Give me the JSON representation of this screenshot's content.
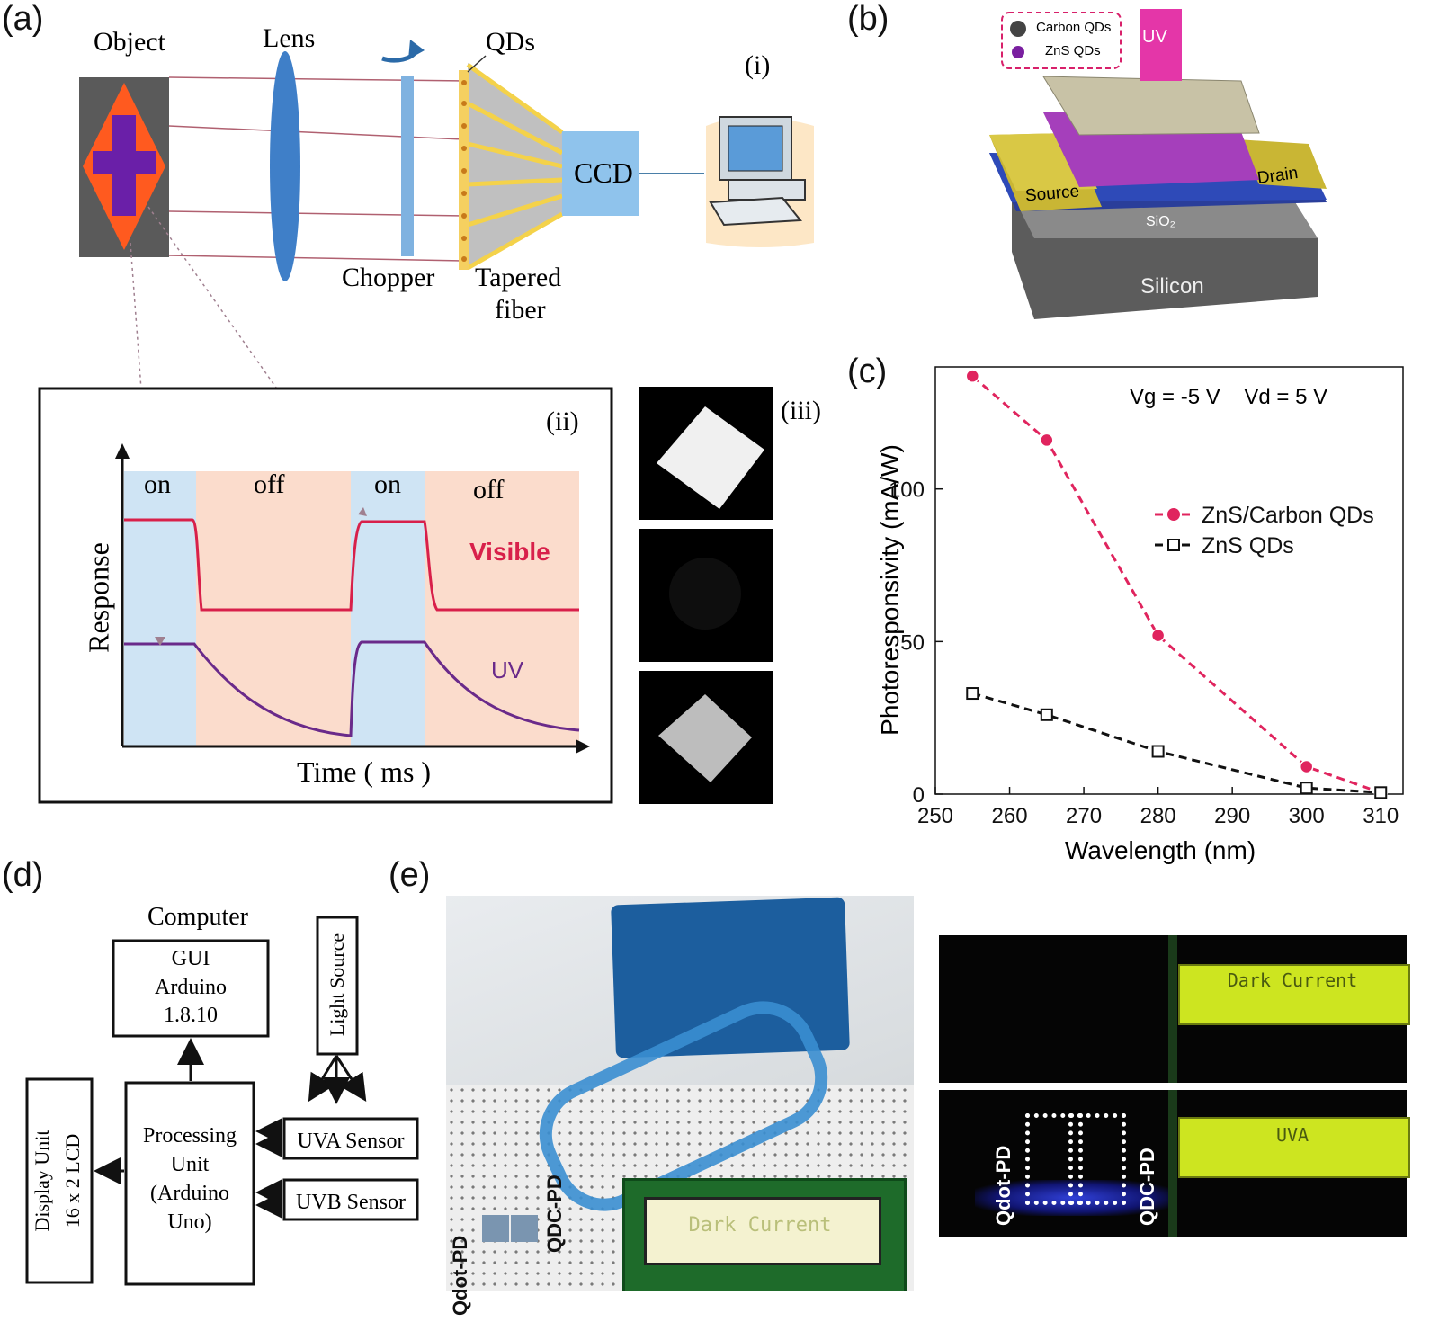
{
  "panel_labels": {
    "a": "(a)",
    "b": "(b)",
    "c": "(c)",
    "d": "(d)",
    "e": "(e)"
  },
  "panel_a": {
    "object": "Object",
    "lens": "Lens",
    "chopper": "Chopper",
    "qds": "QDs",
    "tapered1": "Tapered",
    "tapered2": "fiber",
    "ccd": "CCD",
    "i": "(i)",
    "ii": "(ii)",
    "iii": "(iii)",
    "on1": "on",
    "off1": "off",
    "on2": "on",
    "off2": "off",
    "visible": "Visible",
    "uv": "UV",
    "ylabel": "Response",
    "xlabel": "Time ( ms )"
  },
  "panel_b": {
    "carbon": "Carbon QDs",
    "zns": "ZnS QDs",
    "uv": "UV",
    "source": "Source",
    "drain": "Drain",
    "sio2": "SiO₂",
    "silicon": "Silicon"
  },
  "chart_data": {
    "type": "line",
    "annotation": "Vg = -5 V    Vd = 5 V",
    "xlabel": "Wavelength (nm)",
    "ylabel": "Photoresponsivity (mA/W)",
    "xlim": [
      250,
      313
    ],
    "ylim": [
      0,
      140
    ],
    "xticks": [
      250,
      260,
      270,
      280,
      290,
      300,
      310
    ],
    "yticks": [
      0,
      50,
      100
    ],
    "legend_position": "right",
    "series": [
      {
        "name": "ZnS/Carbon QDs",
        "color": "#e0245e",
        "marker": "circle-filled",
        "x": [
          255,
          265,
          280,
          300,
          310
        ],
        "y": [
          137,
          116,
          52,
          9,
          0.5
        ]
      },
      {
        "name": "ZnS QDs",
        "color": "#111111",
        "marker": "square-open",
        "x": [
          255,
          265,
          280,
          300,
          310
        ],
        "y": [
          33,
          26,
          14,
          2,
          0.5
        ]
      }
    ]
  },
  "panel_d": {
    "computer": "Computer",
    "gui1": "GUI",
    "gui2": "Arduino",
    "gui3": "1.8.10",
    "light": "Light Source",
    "proc1": "Processing",
    "proc2": "Unit",
    "proc3": "(Arduino",
    "proc4": "Uno)",
    "uva": "UVA Sensor",
    "uvb": "UVB Sensor",
    "disp1": "Display Unit",
    "disp2": "16 x 2 LCD"
  },
  "panel_e": {
    "lcd1": "Dark Current",
    "lcd2": "Dark Current",
    "lcd3": "UVA",
    "qdot": "Qdot-PD",
    "qdc": "QDC-PD",
    "qdot2": "Qdot-PD",
    "qdc2": "QDC-PD"
  }
}
